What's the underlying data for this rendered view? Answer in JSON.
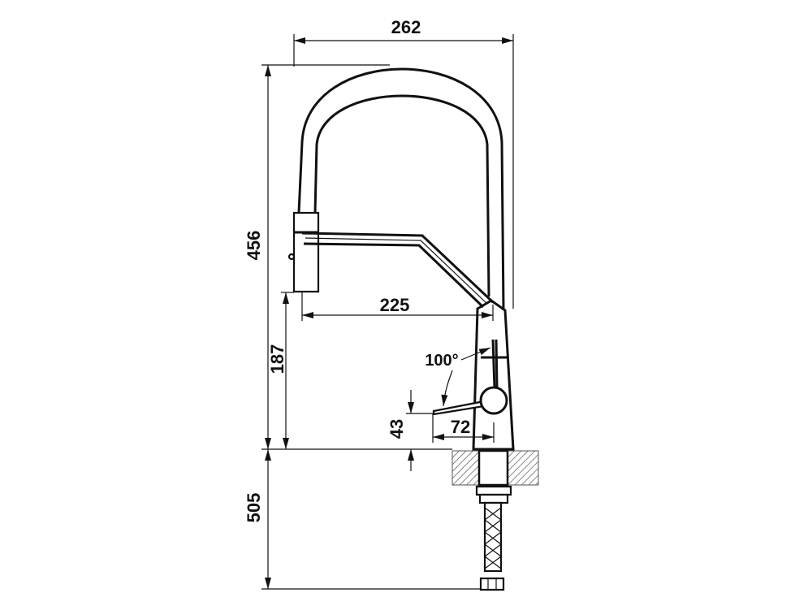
{
  "dimensions": {
    "total_width": "262",
    "total_height": "456",
    "spout_reach": "225",
    "spout_height": "187",
    "lever_angle": "100°",
    "lever_height": "43",
    "lever_reach": "72",
    "hose_length": "505"
  },
  "colors": {
    "line": "#111111",
    "background": "#ffffff"
  }
}
